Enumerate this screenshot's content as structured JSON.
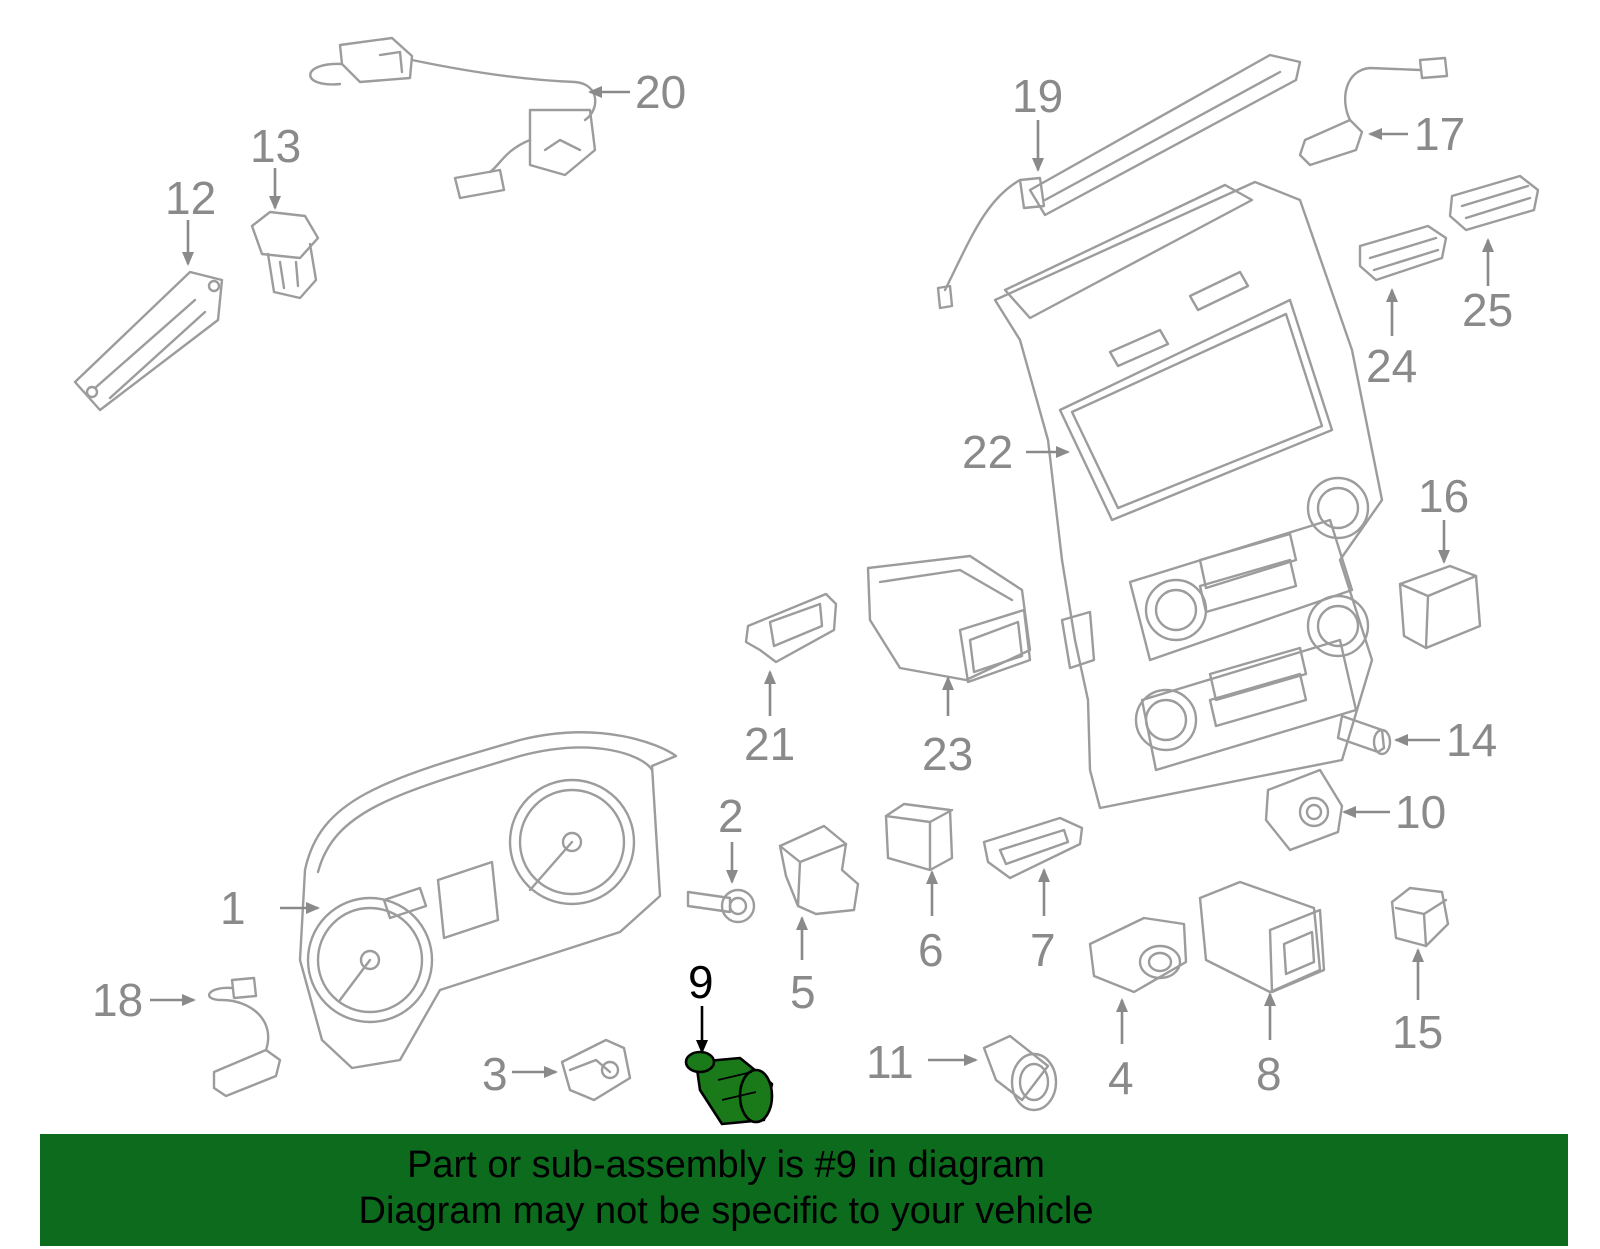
{
  "highlight_part": "9",
  "highlight_color": "#1a7a1a",
  "banner_color": "#0d6b1d",
  "callouts": {
    "c1": "1",
    "c2": "2",
    "c3": "3",
    "c4": "4",
    "c5": "5",
    "c6": "6",
    "c7": "7",
    "c8": "8",
    "c9": "9",
    "c10": "10",
    "c11": "11",
    "c12": "12",
    "c13": "13",
    "c14": "14",
    "c15": "15",
    "c16": "16",
    "c17": "17",
    "c18": "18",
    "c19": "19",
    "c20": "20",
    "c21": "21",
    "c22": "22",
    "c23": "23",
    "c24": "24",
    "c25": "25"
  },
  "banner": {
    "line1": "Part or sub-assembly is #9 in diagram",
    "line2": "Diagram may not be specific to your vehicle"
  }
}
